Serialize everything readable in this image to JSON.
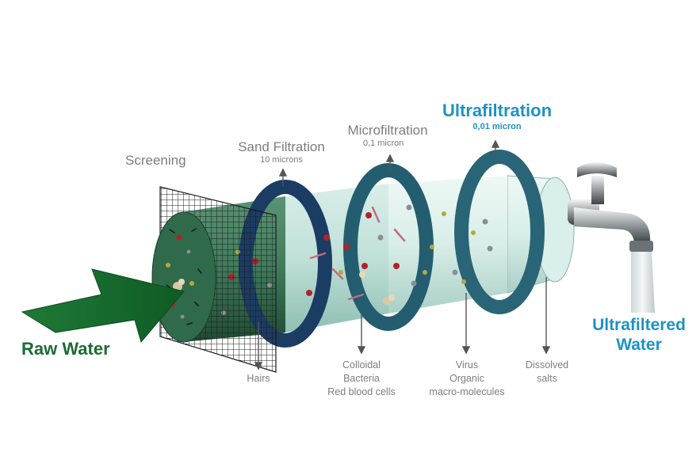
{
  "stages": [
    {
      "title": "Screening",
      "subtitle": "",
      "removed": [
        "Hairs"
      ]
    },
    {
      "title": "Sand Filtration",
      "subtitle": "10 microns",
      "removed": [
        "Colloidal",
        "Bacteria",
        "Red blood cells"
      ]
    },
    {
      "title": "Microfiltration",
      "subtitle": "0,1 micron",
      "removed": [
        "Virus",
        "Organic",
        "macro-molecules"
      ]
    },
    {
      "title": "Ultrafiltration",
      "subtitle": "0,01 micron",
      "removed": [
        "Dissolved",
        "salts"
      ]
    }
  ],
  "inlet_label": "Raw Water",
  "outlet_label": [
    "Ultrafiltered",
    "Water"
  ],
  "colors": {
    "accent": "#1d93c3",
    "inlet_green": "#1d6b35",
    "label_gray": "#7d7d7d",
    "cylinder_green": "#2f6a4a",
    "ring_navy": "#1b3c63",
    "ring_teal": "#2a6577"
  },
  "icons": [
    "arrow-icon",
    "mesh-screen-icon",
    "faucet-icon",
    "water-stream-icon"
  ]
}
